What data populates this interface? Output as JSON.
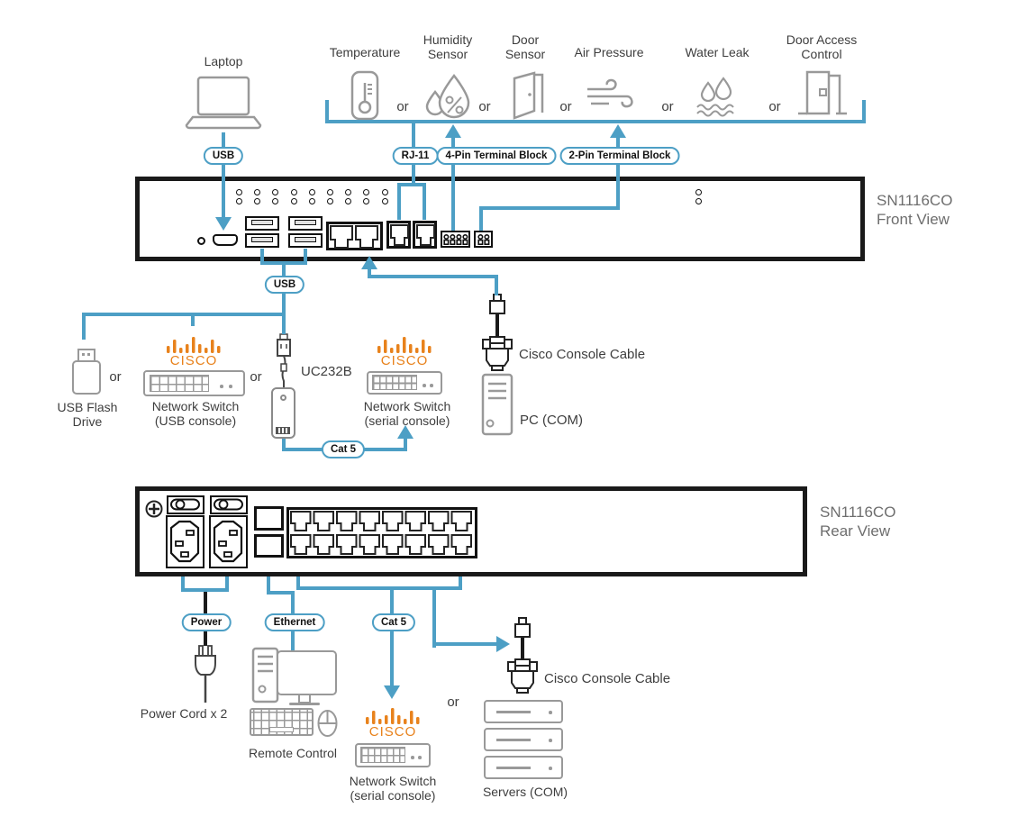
{
  "colors": {
    "accent_blue": "#4D9FC5",
    "cisco_orange": "#E8821C",
    "icon_gray": "#999999",
    "device_black": "#1A1A1A",
    "label_gray": "#6E6E6E"
  },
  "labels": {
    "or": "or"
  },
  "sensors": [
    {
      "line1": "Temperature",
      "line2": "",
      "icon": "thermometer-icon"
    },
    {
      "line1": "Humidity",
      "line2": "Sensor",
      "icon": "humidity-icon"
    },
    {
      "line1": "Door",
      "line2": "Sensor",
      "icon": "door-icon"
    },
    {
      "line1": "Air Pressure",
      "line2": "",
      "icon": "air-pressure-icon"
    },
    {
      "line1": "Water Leak",
      "line2": "",
      "icon": "water-leak-icon"
    },
    {
      "line1": "Door Access",
      "line2": "Control",
      "icon": "door-access-icon"
    }
  ],
  "pills": {
    "usb_top": "USB",
    "rj11": "RJ-11",
    "four_pin": "4-Pin Terminal Block",
    "two_pin": "2-Pin Terminal Block",
    "usb_mid": "USB",
    "cat5_front": "Cat 5",
    "power": "Power",
    "ethernet": "Ethernet",
    "cat5_rear": "Cat 5"
  },
  "front_device": {
    "model": "SN1116CO",
    "view": "Front View"
  },
  "rear_device": {
    "model": "SN1116CO",
    "view": "Rear View"
  },
  "peripherals": {
    "laptop": "Laptop",
    "flash_line1": "USB Flash",
    "flash_line2": "Drive",
    "cisco_brand": "CISCO",
    "switch_usb_line1": "Network Switch",
    "switch_usb_line2": "(USB console)",
    "uc232b": "UC232B",
    "switch_serial_line1": "Network Switch",
    "switch_serial_line2": "(serial console)",
    "console_cable": "Cisco Console Cable",
    "pc": "PC (COM)",
    "power_cord": "Power Cord x 2",
    "remote": "Remote Control",
    "servers": "Servers (COM)"
  }
}
